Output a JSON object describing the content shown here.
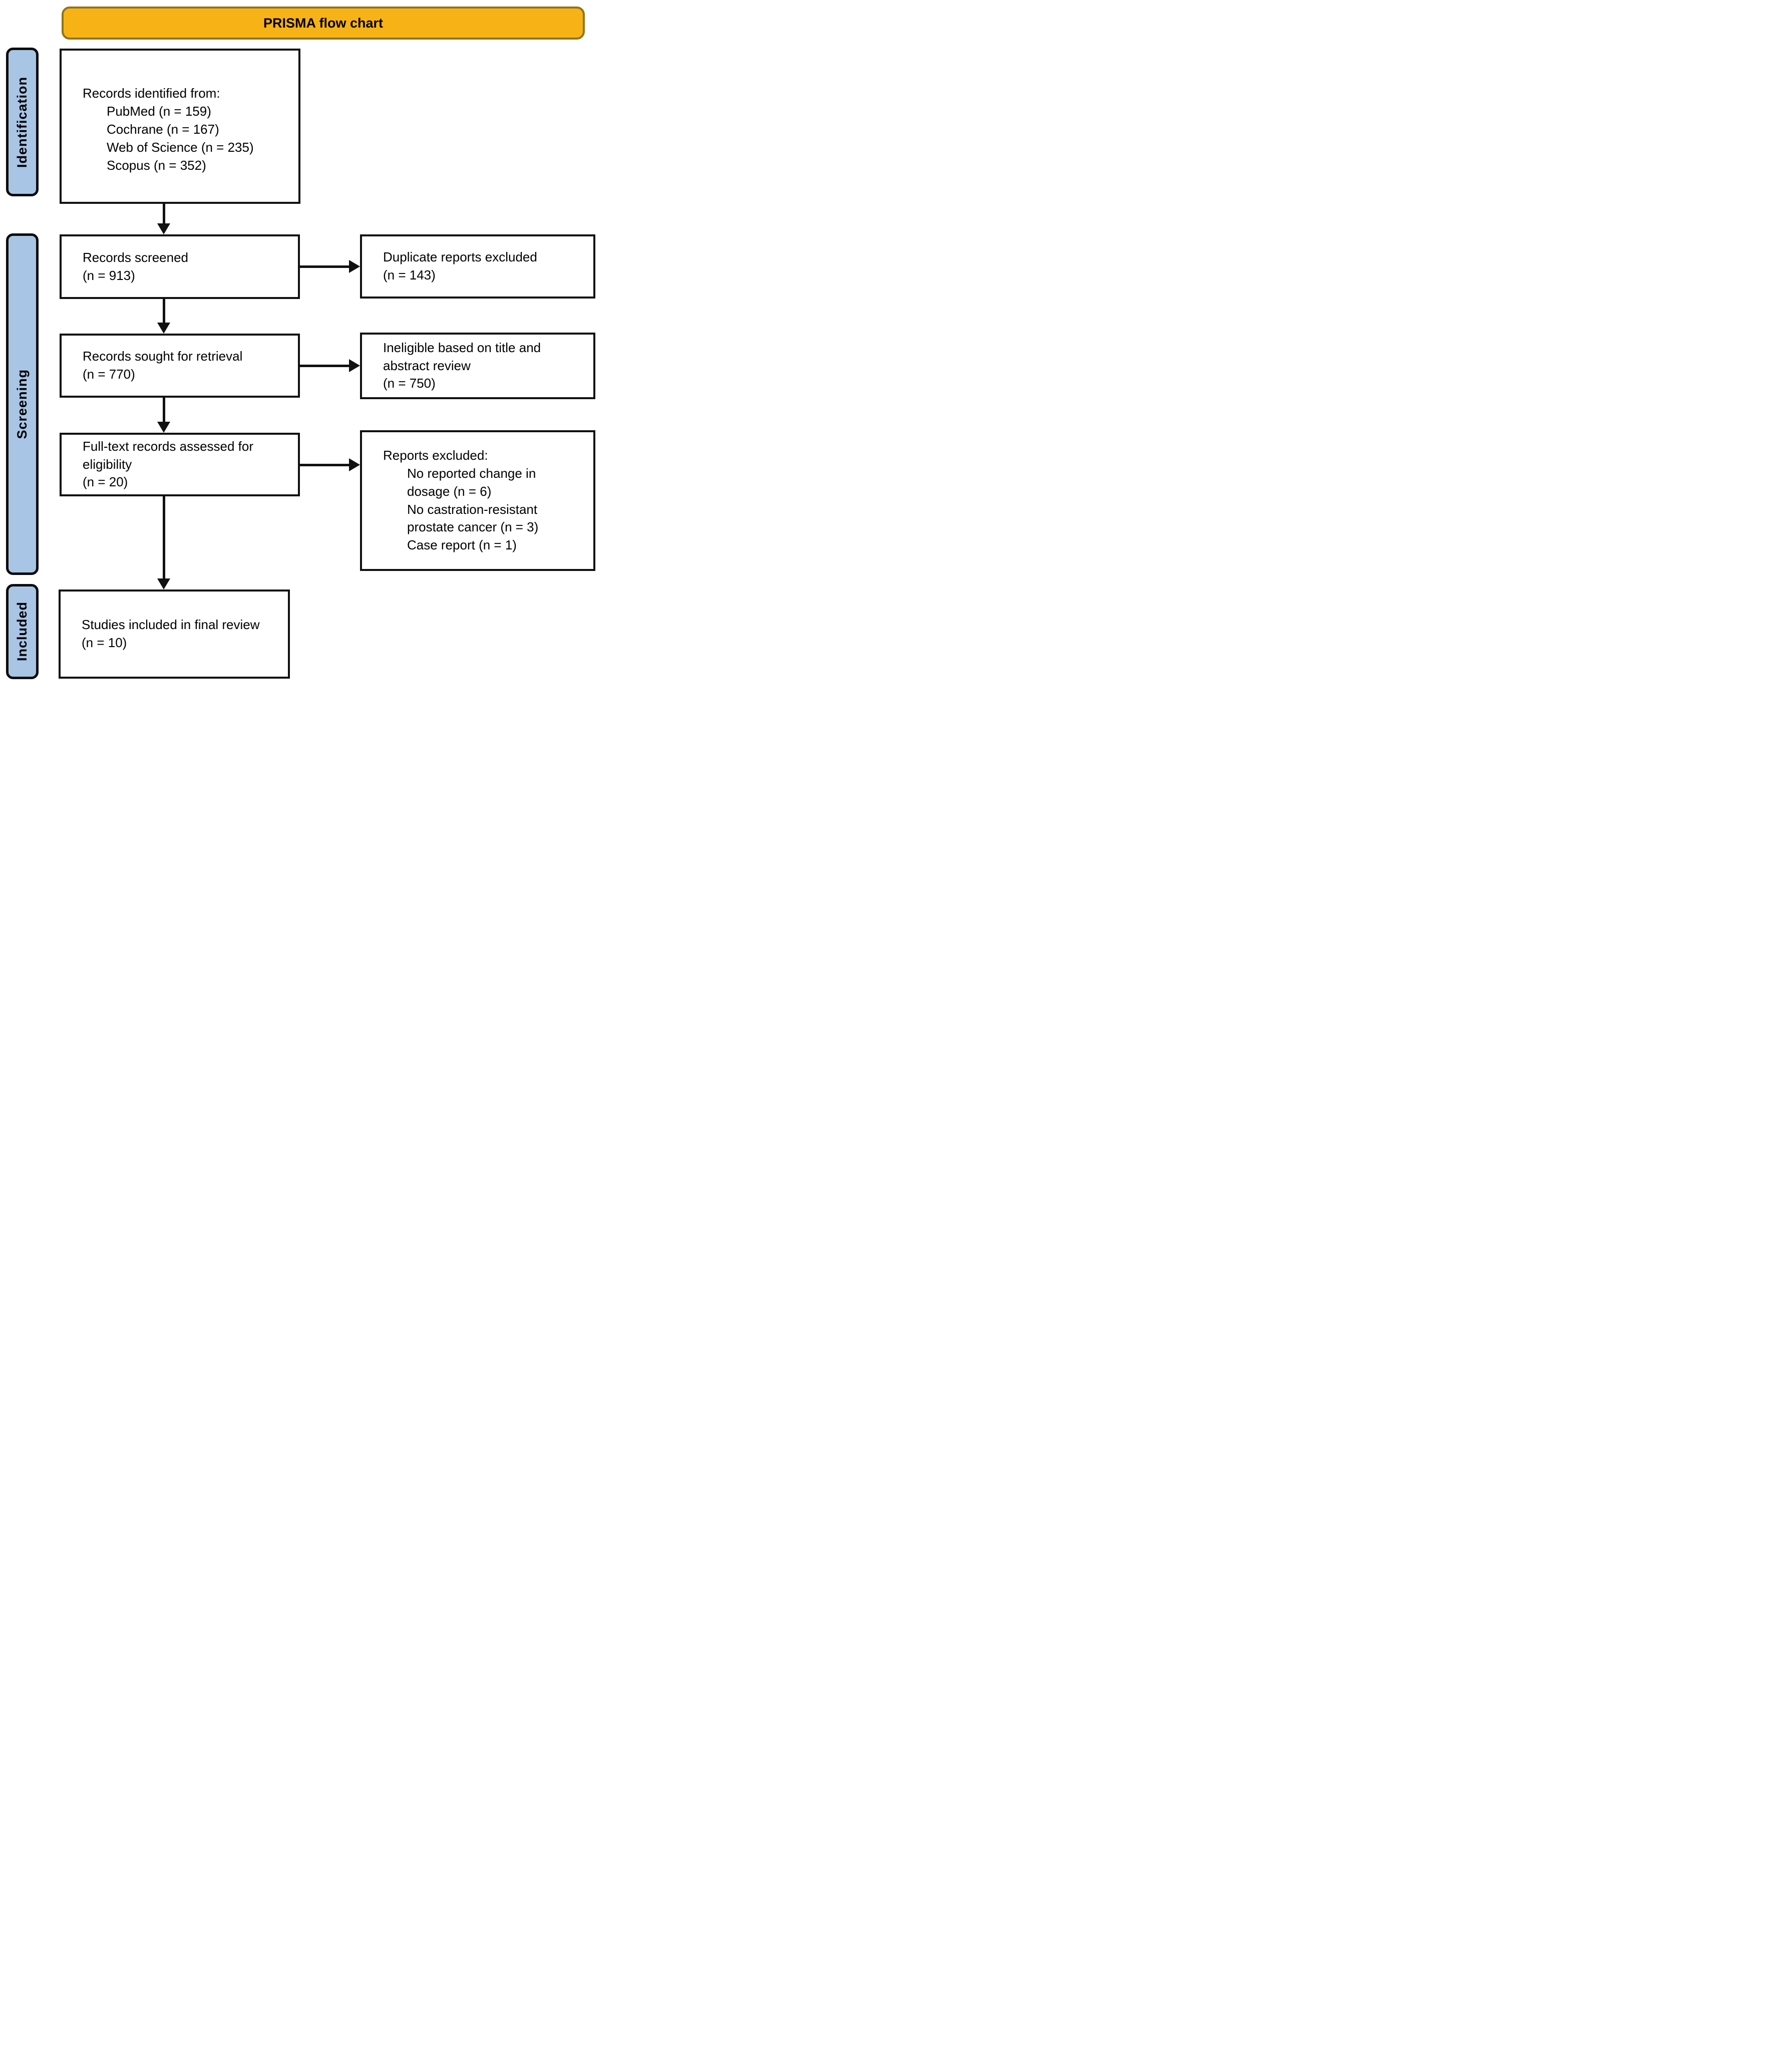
{
  "title": "PRISMA flow chart",
  "colors": {
    "banner_fill": "#F7B315",
    "banner_border": "#8E7618",
    "stage_fill": "#A8C5E6",
    "stage_border": "#0d0d0d",
    "box_border": "#111111",
    "text": "#000000"
  },
  "stages": [
    {
      "label": "Identification"
    },
    {
      "label": "Screening"
    },
    {
      "label": "Included"
    }
  ],
  "boxes": {
    "identified": {
      "title": "Records identified from:",
      "items": [
        "PubMed (n = 159)",
        "Cochrane (n = 167)",
        "Web of Science (n = 235)",
        "Scopus (n = 352)"
      ]
    },
    "screened": {
      "lines": [
        "Records screened",
        "(n = 913)"
      ]
    },
    "duplicates": {
      "lines": [
        "Duplicate reports excluded",
        "(n = 143)"
      ]
    },
    "retrieval": {
      "lines": [
        "Records sought for retrieval",
        "(n = 770)"
      ]
    },
    "ineligible": {
      "lines": [
        "Ineligible based on title and abstract review",
        "(n = 750)"
      ]
    },
    "fulltext": {
      "lines": [
        "Full-text records assessed for eligibility",
        "(n = 20)"
      ]
    },
    "excluded": {
      "title": "Reports excluded:",
      "items": [
        "No reported change in dosage (n = 6)",
        "No castration-resistant prostate cancer (n = 3)",
        "Case report (n = 1)"
      ]
    },
    "included": {
      "lines": [
        "Studies included in final review",
        "(n = 10)"
      ]
    }
  }
}
